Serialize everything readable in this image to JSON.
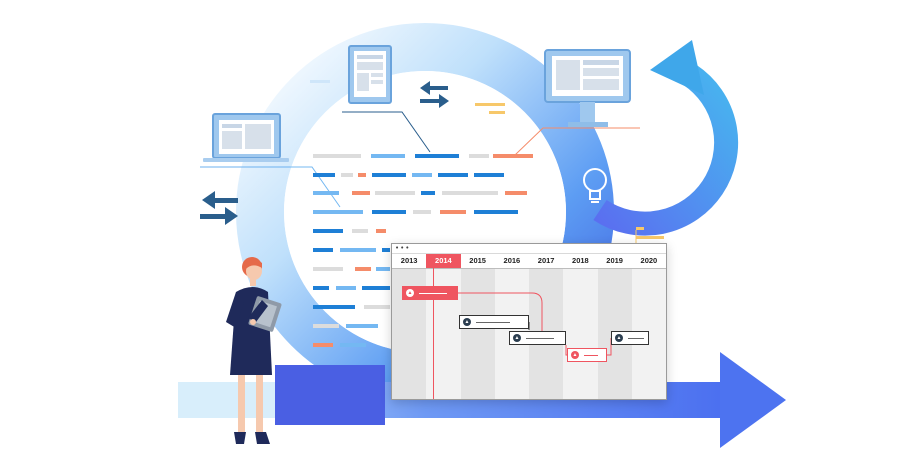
{
  "illustration": {
    "description_icons": [
      "laptop-icon",
      "document-icon",
      "monitor-icon",
      "lightbulb-icon",
      "swap-arrows-icon",
      "cycle-arrow-icon",
      "forward-arrow-icon",
      "person-with-tablet"
    ]
  },
  "gantt": {
    "window_dots": "•••",
    "years": [
      "2013",
      "2014",
      "2015",
      "2016",
      "2017",
      "2018",
      "2019",
      "2020"
    ],
    "active_year": "2014"
  },
  "colors": {
    "blue_primary": "#1e7fd6",
    "blue_light": "#74b8f2",
    "orange_accent": "#f58c6a",
    "gray_bar": "#dcdcdc",
    "gantt_red": "#ef5560",
    "arrow_blue": "#4a7cf0"
  }
}
